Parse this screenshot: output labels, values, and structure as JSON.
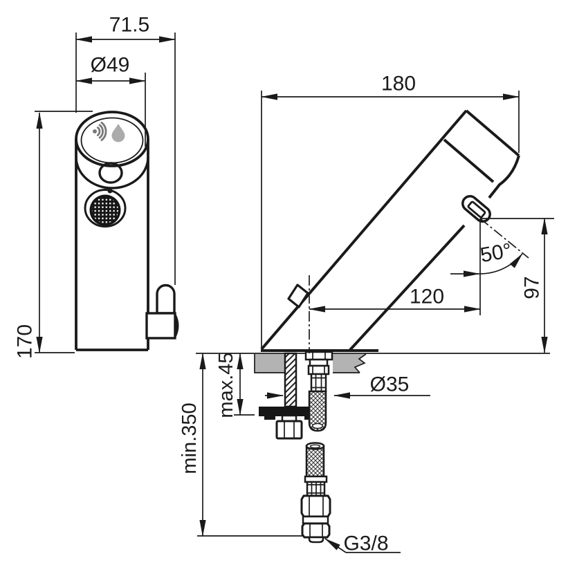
{
  "title": "sensor-faucet-technical-drawing",
  "front_view": {
    "width_label": "71.5",
    "top_diameter_label": "Ø49",
    "height_label": "170",
    "sensor_icon": "signal-arcs-icon",
    "drop_icon": "water-drop-icon",
    "aerator_icon": "aerator-mesh-icon"
  },
  "side_view": {
    "reach_label": "180",
    "angle_label": "50°",
    "projection_label": "120",
    "outlet_height_label": "97",
    "max_deck_label": "max.45",
    "min_clearance_label": "min.350",
    "hole_diameter_label": "Ø35",
    "thread_label": "G3/8"
  },
  "colors": {
    "line": "#1a1a1a",
    "deck_gray": "#b3b3b3",
    "drop_gray": "#ababab",
    "signal_gray": "#787878",
    "background": "#ffffff"
  }
}
